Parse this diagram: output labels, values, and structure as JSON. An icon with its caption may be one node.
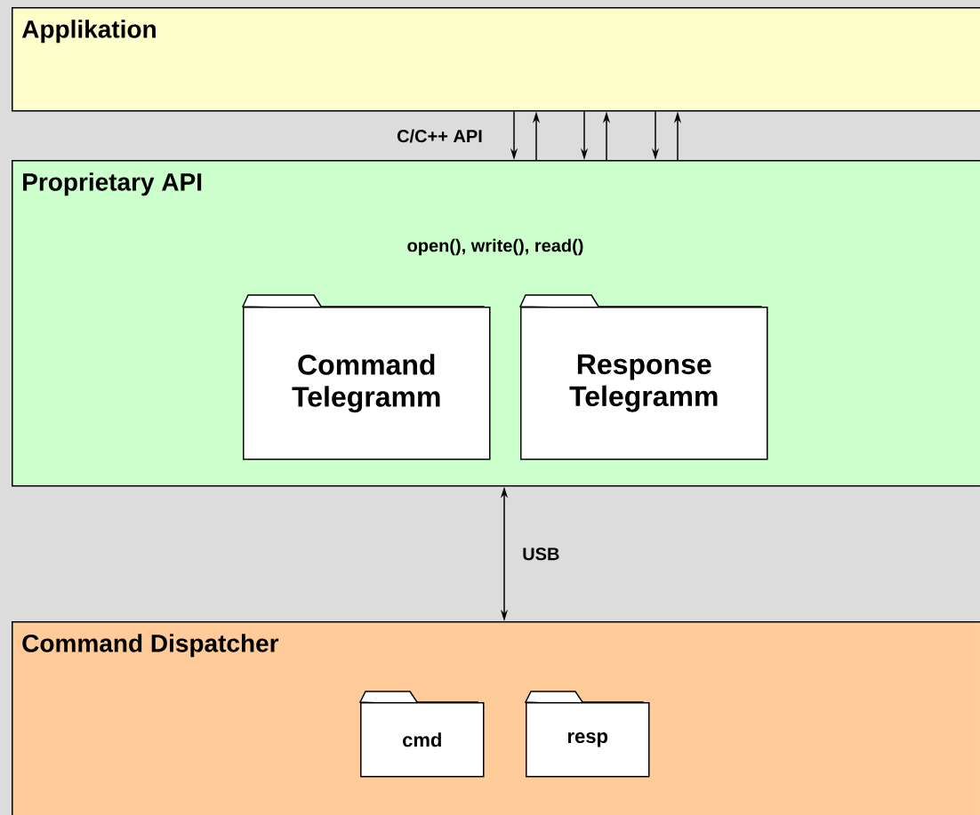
{
  "diagram": {
    "nodes": [
      {
        "text": [
          "Applikation"
        ]
      },
      {
        "text": [
          "Proprietary API",
          "open(), write(), read()"
        ]
      },
      {
        "text": [
          "Command Telegramm"
        ],
        "in": 1
      },
      {
        "text": [
          "Response Telegramm"
        ],
        "in": 1
      },
      {
        "text": [
          "Command Dispatcher"
        ]
      },
      {
        "text": [
          "cmd"
        ],
        "in": 4
      },
      {
        "text": [
          "resp"
        ],
        "in": 4
      }
    ],
    "edges": [
      {
        "from": 0,
        "to": 1,
        "arrow": "to"
      },
      {
        "from": 1,
        "to": 0,
        "arrow": "to"
      },
      {
        "from": 0,
        "to": 1,
        "arrow": "to"
      },
      {
        "from": 1,
        "to": 0,
        "arrow": "to"
      },
      {
        "from": 0,
        "to": 1,
        "arrow": "to"
      },
      {
        "from": 1,
        "to": 0,
        "arrow": "to"
      },
      {
        "from": 1,
        "to": 4,
        "arrow": "both",
        "label": "USB"
      }
    ],
    "labels": [
      "C/C++ API"
    ]
  }
}
